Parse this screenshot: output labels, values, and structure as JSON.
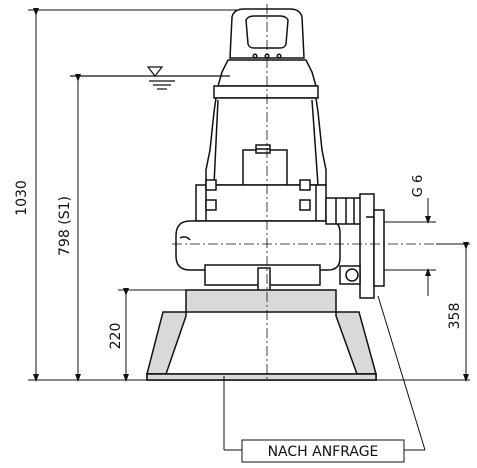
{
  "dimensions": {
    "overall_height": "1030",
    "water_level_height": "798 (S1)",
    "outlet_size": "G 6",
    "outlet_height": "358",
    "base_height": "220"
  },
  "note": {
    "label": "NACH ANFRAGE"
  },
  "colors": {
    "stroke": "#111111",
    "stand_fill": "#d9d9d9",
    "pump_fill": "#ffffff",
    "background": "#ffffff"
  },
  "icons": {
    "water_level_marker": "triangle-down-icon"
  }
}
